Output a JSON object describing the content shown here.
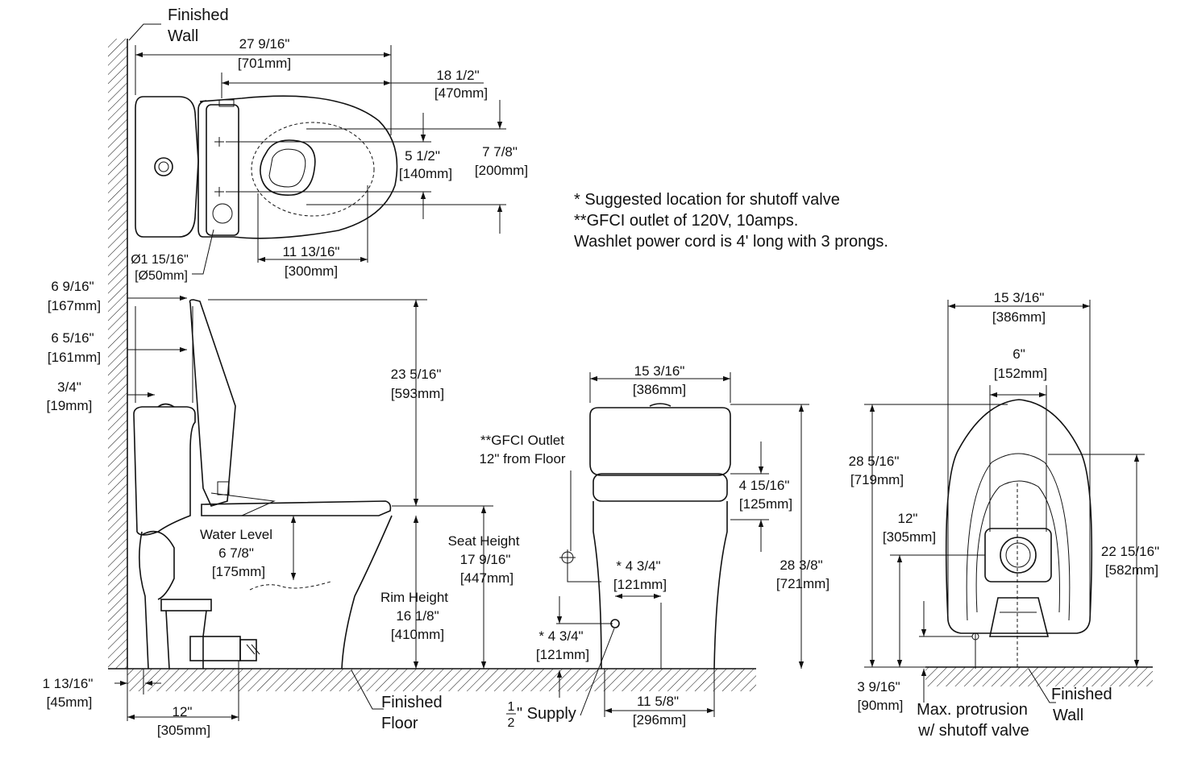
{
  "notes": {
    "line1": "* Suggested location for shutoff valve",
    "line2": "**GFCI outlet of 120V, 10amps.",
    "line3": "Washlet power cord is 4' long with 3 prongs."
  },
  "top_view": {
    "finished_wall_1": "Finished",
    "finished_wall_2": "Wall",
    "overall_length": "27 9/16\"",
    "overall_length_mm": "[701mm]",
    "seat_length": "18 1/2\"",
    "seat_length_mm": "[470mm]",
    "bolt_spacing": "5 1/2\"",
    "bolt_spacing_mm": "[140mm]",
    "seat_width": "7 7/8\"",
    "seat_width_mm": "[200mm]",
    "bowl_length": "11 13/16\"",
    "bowl_length_mm": "[300mm]",
    "button_dia": "Ø1 15/16\"",
    "button_dia_mm": "[Ø50mm]"
  },
  "side_view": {
    "d1": "6 9/16\"",
    "d1_mm": "[167mm]",
    "d2": "6 5/16\"",
    "d2_mm": "[161mm]",
    "d3": "3/4\"",
    "d3_mm": "[19mm]",
    "lid_height": "23 5/16\"",
    "lid_height_mm": "[593mm]",
    "water_level_label": "Water Level",
    "water_level": "6 7/8\"",
    "water_level_mm": "[175mm]",
    "seat_height_label": "Seat Height",
    "seat_height": "17 9/16\"",
    "seat_height_mm": "[447mm]",
    "rim_height_label": "Rim Height",
    "rim_height": "16 1/8\"",
    "rim_height_mm": "[410mm]",
    "base_offset": "1 13/16\"",
    "base_offset_mm": "[45mm]",
    "rough_in": "12\"",
    "rough_in_mm": "[305mm]",
    "finished_floor_1": "Finished",
    "finished_floor_2": "Floor"
  },
  "front_view": {
    "gfci_1": "**GFCI Outlet",
    "gfci_2": "12\" from Floor",
    "tank_width": "15 3/16\"",
    "tank_width_mm": "[386mm]",
    "panel_height": "4 15/16\"",
    "panel_height_mm": "[125mm]",
    "overall_height": "28 3/8\"",
    "overall_height_mm": "[721mm]",
    "valve_offset": "* 4 3/4\"",
    "valve_offset_mm": "[121mm]",
    "valve_height": "* 4 3/4\"",
    "valve_height_mm": "[121mm]",
    "base_width": "11 5/8\"",
    "base_width_mm": "[296mm]",
    "supply_num": "1",
    "supply_den": "2",
    "supply_text": "\" Supply"
  },
  "rear_view": {
    "width": "15 3/16\"",
    "width_mm": "[386mm]",
    "inner_width": "6\"",
    "inner_width_mm": "[152mm]",
    "height": "28 5/16\"",
    "height_mm": "[719mm]",
    "center_height": "12\"",
    "center_height_mm": "[305mm]",
    "tank_height": "22 15/16\"",
    "tank_height_mm": "[582mm]",
    "protrusion": "3 9/16\"",
    "protrusion_mm": "[90mm]",
    "protrusion_label_1": "Max. protrusion",
    "protrusion_label_2": "w/ shutoff valve",
    "finished_wall_1": "Finished",
    "finished_wall_2": "Wall"
  }
}
